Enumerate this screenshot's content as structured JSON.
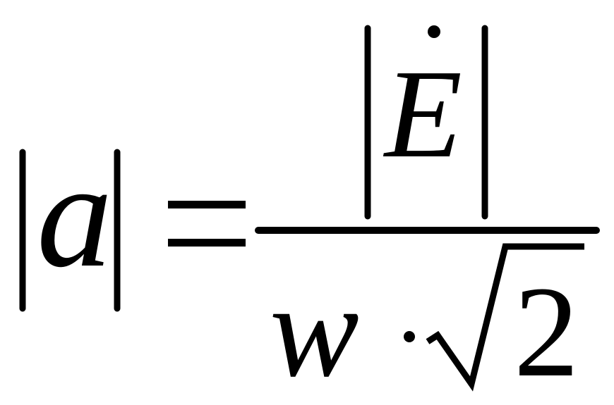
{
  "formula": {
    "lhs_variable": "a",
    "numerator_variable": "E",
    "denominator_variable": "w",
    "radicand": "2"
  },
  "colors": {
    "ink": "#000000",
    "background": "#ffffff"
  }
}
